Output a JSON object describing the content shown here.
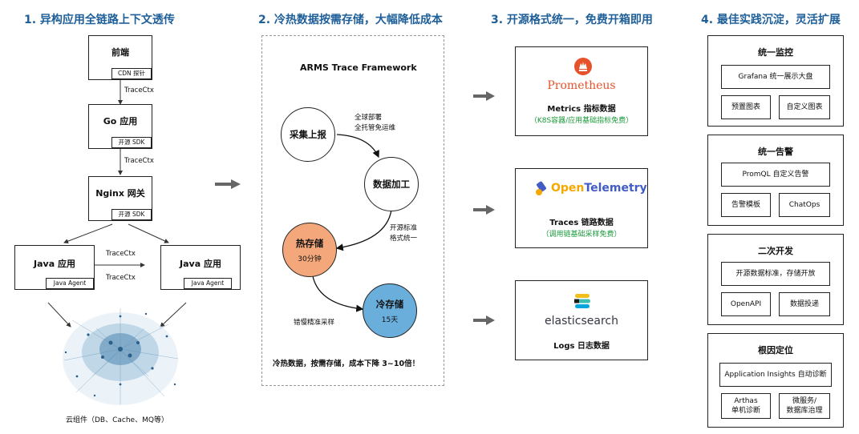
{
  "columns": {
    "c1": "1. 异构应用全链路上下文透传",
    "c2": "2. 冷热数据按需存储，大幅降低成本",
    "c3": "3. 开源格式统一，免费开箱即用",
    "c4": "4. 最佳实践沉淀，灵活扩展"
  },
  "col1": {
    "frontend": {
      "title": "前端",
      "probe": "CDN 探针"
    },
    "go": {
      "title": "Go 应用",
      "sdk": "开源 SDK"
    },
    "nginx": {
      "title": "Nginx 网关",
      "sdk": "开源 SDK"
    },
    "java_left": {
      "title": "Java 应用",
      "agent": "Java Agent"
    },
    "java_right": {
      "title": "Java 应用",
      "agent": "Java Agent"
    },
    "ctx1": "TraceCtx",
    "ctx2": "TraceCtx",
    "ctx3": "TraceCtx",
    "ctx4": "TraceCtx",
    "cloud_label": "云组件（DB、Cache、MQ等）"
  },
  "col2": {
    "framework": "ARMS Trace Framework",
    "collect": "采集上报",
    "process": "数据加工",
    "hot": "热存储",
    "hot_time": "30分钟",
    "cold": "冷存储",
    "cold_time": "15天",
    "note_global_1": "全球部署",
    "note_global_2": "全托管免运维",
    "note_std_1": "开源标准",
    "note_std_2": "格式统一",
    "note_sample": "错慢精准采样",
    "footer": "冷热数据，按需存储，成本下降 3~10倍！"
  },
  "col3": {
    "prometheus": {
      "logo": "Prometheus",
      "title": "Metrics 指标数据",
      "sub": "（K8S容器/应用基础指标免费）"
    },
    "otel": {
      "logo_a": "Open",
      "logo_b": "Telemetry",
      "title": "Traces 链路数据",
      "sub": "（调用链基础采样免费）"
    },
    "es": {
      "logo": "elasticsearch",
      "title": "Logs 日志数据"
    }
  },
  "col4": {
    "monitor": {
      "title": "统一监控",
      "items": [
        "Grafana 统一展示大盘",
        "预置图表",
        "自定义图表"
      ]
    },
    "alert": {
      "title": "统一告警",
      "items": [
        "PromQL 自定义告警",
        "告警模板",
        "ChatOps"
      ]
    },
    "dev": {
      "title": "二次开发",
      "items": [
        "开源数据标准，存储开放",
        "OpenAPI",
        "数据投递"
      ]
    },
    "rca": {
      "title": "根因定位",
      "items": [
        "Application Insights 自动诊断",
        "Arthas\n单机诊断",
        "微服务/\n数据库治理"
      ]
    }
  },
  "colors": {
    "title_blue": "#1f5f99",
    "hot_orange": "#f4a77a",
    "cold_blue": "#6aaedc",
    "green_sub": "#1a9a3a",
    "prom_red": "#e6522c",
    "otel_blue": "#425cc7",
    "otel_yellow": "#f5a800"
  }
}
